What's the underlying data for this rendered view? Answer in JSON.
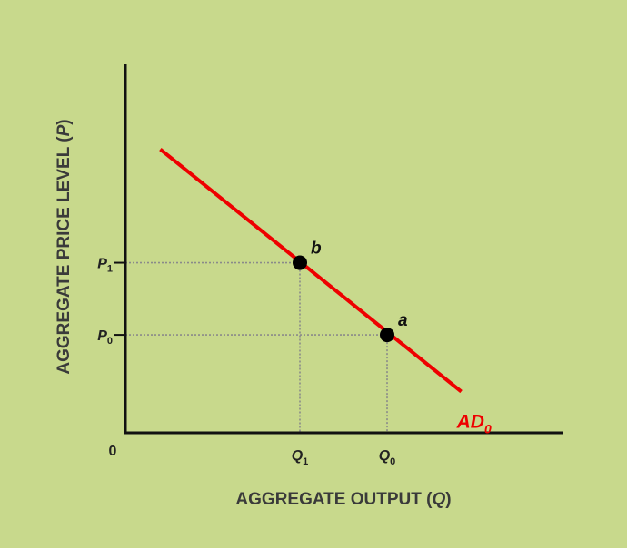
{
  "chart_data": {
    "type": "line",
    "xlabel": {
      "main": "AGGREGATE OUTPUT (",
      "var": "Q",
      "close": ")"
    },
    "ylabel": {
      "main": "AGGREGATE PRICE LEVEL (",
      "var": "P",
      "close": ")"
    },
    "origin_label": "0",
    "xlim": [
      0,
      10
    ],
    "ylim": [
      0,
      10
    ],
    "grid": false,
    "x_ticks": [
      {
        "base": "Q",
        "sub": "1",
        "value": 4.0
      },
      {
        "base": "Q",
        "sub": "0",
        "value": 6.0
      }
    ],
    "y_ticks": [
      {
        "base": "P",
        "sub": "1",
        "value": 6.6
      },
      {
        "base": "P",
        "sub": "0",
        "value": 3.8
      }
    ],
    "series": [
      {
        "name": {
          "base": "AD",
          "sub": "0"
        },
        "color": "#ee0000",
        "x": [
          0.8,
          7.7
        ],
        "y": [
          11.0,
          1.6
        ]
      }
    ],
    "points": [
      {
        "label": "b",
        "x": 4.0,
        "y": 6.6
      },
      {
        "label": "a",
        "x": 6.0,
        "y": 3.8
      }
    ]
  },
  "colors": {
    "background": "#c8d98c",
    "curve": "#ee0000",
    "axis": "#111111",
    "guide": "#8a8a8a"
  }
}
